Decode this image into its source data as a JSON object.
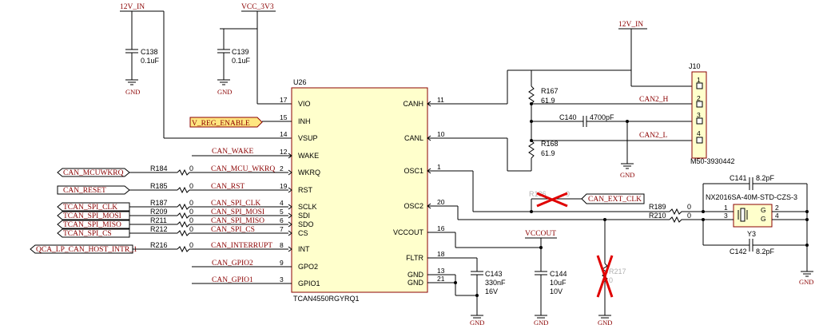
{
  "nets": {
    "v12_in": "12V_IN",
    "vcc_3v3": "VCC_3V3",
    "gnd": "GND",
    "v_reg_enable": "V_REG_ENABLE",
    "can_wake": "CAN_WAKE",
    "can_mcuwkrq": "CAN_MCUWKRQ",
    "can_mcu_wkrq": "CAN_MCU_WKRQ",
    "can_rst_flag": "CAN_RESET",
    "can_rst": "CAN_RST",
    "tcan_spi_clk": "TCAN_SPI_CLK",
    "tcan_spi_mosi": "TCAN_SPI_MOSI",
    "tcan_spi_miso": "TCAN_SPI_MISO",
    "tcan_spi_cs": "TCAN_SPI_CS",
    "can_spi_clk": "CAN_SPI_CLK",
    "can_spi_mosi": "CAN_SPI_MOSI",
    "can_spi_miso": "CAN_SPI_MISO",
    "can_spi_cs": "CAN_SPI_CS",
    "host_intr": "QCA_LP_CAN_HOST_INTR_1",
    "can_interrupt": "CAN_INTERRUPT",
    "can_gpio2": "CAN_GPIO2",
    "can_gpio1": "CAN_GPIO1",
    "can2_h": "CAN2_H",
    "can2_l": "CAN2_L",
    "can_ext_clk": "CAN_EXT_CLK",
    "vccout": "VCCOUT"
  },
  "ic": {
    "ref": "U26",
    "part": "TCAN4550RGYRQ1",
    "left_pins": [
      {
        "num": "17",
        "name": "VIO"
      },
      {
        "num": "15",
        "name": "INH"
      },
      {
        "num": "14",
        "name": "VSUP"
      },
      {
        "num": "12",
        "name": "WAKE"
      },
      {
        "num": "2",
        "name": "WKRQ"
      },
      {
        "num": "19",
        "name": "RST"
      },
      {
        "num": "4",
        "name": "SCLK"
      },
      {
        "num": "5",
        "name": "SDI"
      },
      {
        "num": "6",
        "name": "SDO"
      },
      {
        "num": "7",
        "name": "CS"
      },
      {
        "num": "8",
        "name": "INT"
      },
      {
        "num": "9",
        "name": "GPO2"
      },
      {
        "num": "3",
        "name": "GPIO1"
      }
    ],
    "right_pins": [
      {
        "num": "11",
        "name": "CANH"
      },
      {
        "num": "10",
        "name": "CANL"
      },
      {
        "num": "1",
        "name": "OSC1"
      },
      {
        "num": "20",
        "name": "OSC2"
      },
      {
        "num": "16",
        "name": "VCCOUT"
      },
      {
        "num": "18",
        "name": "FLTR"
      },
      {
        "num": "13",
        "name": "GND"
      },
      {
        "num": "21",
        "name": "GND"
      }
    ]
  },
  "components": {
    "c138": {
      "ref": "C138",
      "value": "0.1uF"
    },
    "c139": {
      "ref": "C139",
      "value": "0.1uF"
    },
    "c140": {
      "ref": "C140",
      "value": "4700pF"
    },
    "c141": {
      "ref": "C141",
      "value": "8.2pF"
    },
    "c142": {
      "ref": "C142",
      "value": "8.2pF"
    },
    "c143": {
      "ref": "C143",
      "value": "330nF",
      "voltage": "16V"
    },
    "c144": {
      "ref": "C144",
      "value": "10uF",
      "voltage": "10V"
    },
    "r167": {
      "ref": "R167",
      "value": "61.9"
    },
    "r168": {
      "ref": "R168",
      "value": "61.9"
    },
    "r184": {
      "ref": "R184",
      "value": "0"
    },
    "r185": {
      "ref": "R185",
      "value": "0"
    },
    "r187": {
      "ref": "R187",
      "value": "0"
    },
    "r209": {
      "ref": "R209",
      "value": "0"
    },
    "r211": {
      "ref": "R211",
      "value": "0"
    },
    "r212": {
      "ref": "R212",
      "value": "0"
    },
    "r216": {
      "ref": "R216",
      "value": "0"
    },
    "r186": {
      "ref": "R186",
      "value": "0"
    },
    "r189": {
      "ref": "R189",
      "value": "0"
    },
    "r210": {
      "ref": "R210",
      "value": "0"
    },
    "r217": {
      "ref": "R217",
      "value": "0"
    }
  },
  "connector": {
    "ref": "J10",
    "part": "M50-3930442",
    "pins": [
      "1",
      "2",
      "3",
      "4"
    ]
  },
  "crystal": {
    "ref": "Y3",
    "part": "NX2016SA-40M-STD-CZS-3",
    "pins": [
      "1",
      "2",
      "3",
      "4"
    ],
    "gnd_label": "G"
  }
}
